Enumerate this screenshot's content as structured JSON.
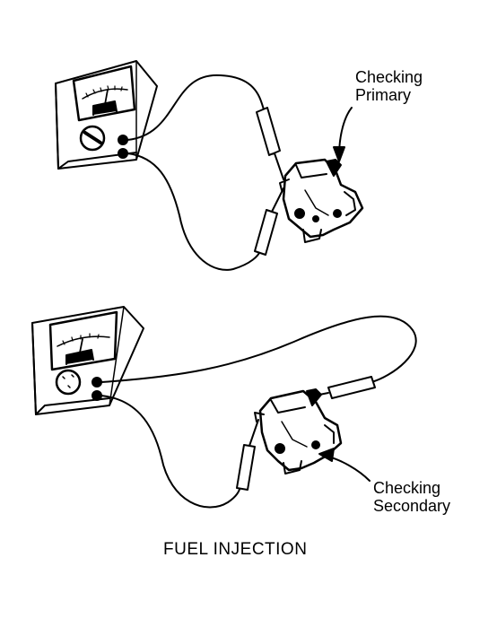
{
  "diagram": {
    "labels": {
      "primary": {
        "line1": "Checking",
        "line2": "Primary"
      },
      "secondary": {
        "line1": "Checking",
        "line2": "Secondary"
      }
    },
    "caption": "FUEL INJECTION"
  },
  "colors": {
    "ink": "#000000",
    "background": "#ffffff"
  },
  "icons": [
    "multimeter-icon",
    "ignition-coil-icon",
    "test-probe-icon",
    "pointer-arrow-icon"
  ]
}
